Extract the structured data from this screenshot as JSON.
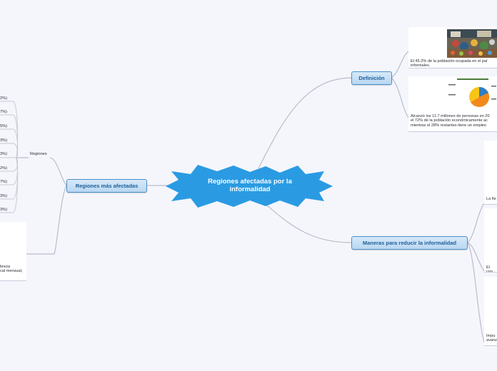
{
  "center": {
    "title": "Regiones afectadas por la informalidad"
  },
  "topics": {
    "definicion": "Definición",
    "regiones": "Regiones más afectadas",
    "maneras": "Maneras para reducir la informalidad"
  },
  "regiones": {
    "sublabel": "Regiones",
    "items": [
      "2%)",
      "7%)",
      "5%)",
      "3%)",
      "3%)",
      "2%)",
      "7%)",
      "3%)",
      "3%)"
    ],
    "card_text": "breza\ncal mensual,"
  },
  "definicion": {
    "card1_text": "El 45.2% de la población ocupada en el paí\ninformales.",
    "card2_text": "Alcanzó los 11.7 millones de personas en 20\nel 72% de la población económicamente ac\nmientras el 28% restantes tiene un empleo"
  },
  "maneras": {
    "cards": [
      "La fle",
      "El uso",
      "Impu\navanz"
    ]
  },
  "colors": {
    "background": "#f5f6fc",
    "center_fill": "#2a9be3",
    "topic_border": "#4a90c9",
    "connector": "#b9bccb"
  },
  "icons": {
    "market_photo": "market-photo",
    "pie_chart": "pie-chart-image"
  }
}
